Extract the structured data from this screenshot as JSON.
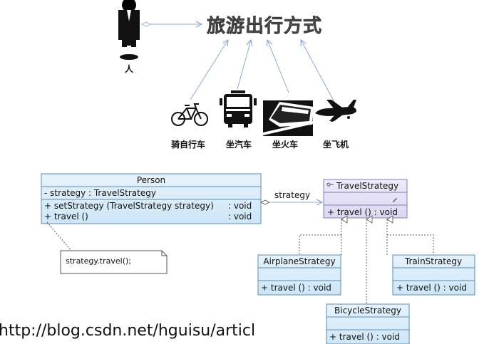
{
  "top": {
    "title": "旅游出行方式",
    "person_label": "人",
    "modes": [
      "骑自行车",
      "坐汽车",
      "坐火车",
      "坐飞机"
    ]
  },
  "uml": {
    "person": {
      "name": "Person",
      "attributes": [
        {
          "text": "- strategy : TravelStrategy",
          "type": ""
        }
      ],
      "operations": [
        {
          "text": "+ setStrategy (TravelStrategy strategy)",
          "type": ": void"
        },
        {
          "text": "+ travel ()",
          "type": ": void"
        }
      ]
    },
    "association_label": "strategy",
    "strategy": {
      "name": "TravelStrategy",
      "operations": [
        {
          "text": "+ travel () : void"
        }
      ]
    },
    "airplane": {
      "name": "AirplaneStrategy",
      "operations": [
        {
          "text": "+ travel () : void"
        }
      ]
    },
    "train": {
      "name": "TrainStrategy",
      "operations": [
        {
          "text": "+ travel () : void"
        }
      ]
    },
    "bicycle": {
      "name": "BicycleStrategy",
      "operations": [
        {
          "text": "+ travel () : void"
        }
      ]
    },
    "note": "strategy.travel();"
  },
  "watermark": "http://blog.csdn.net/hguisu/articl",
  "colors": {
    "class_fill": "#d5ebf9",
    "class_stroke": "#5b8db8",
    "interface_fill": "#e2def5",
    "interface_stroke": "#7f7fb0",
    "arrow": "#8ea8dc"
  }
}
